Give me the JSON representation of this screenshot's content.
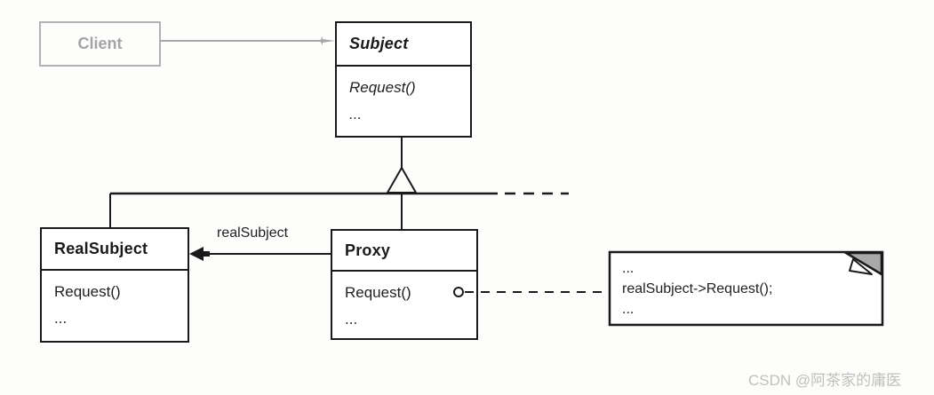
{
  "classes": {
    "client": {
      "name": "Client"
    },
    "subject": {
      "name": "Subject",
      "methods": [
        "Request()",
        "..."
      ]
    },
    "realsubject": {
      "name": "RealSubject",
      "methods": [
        "Request()",
        "..."
      ]
    },
    "proxy": {
      "name": "Proxy",
      "methods": [
        "Request()",
        "..."
      ]
    }
  },
  "labels": {
    "association": "realSubject"
  },
  "note": {
    "lines": [
      "...",
      "realSubject->Request();",
      "..."
    ]
  },
  "watermark": "CSDN @阿茶家的庸医",
  "colors": {
    "line": "#1a1a1a",
    "muted_gray": "#a8a8a8",
    "note_fold": "#a9a9a9",
    "watermark": "#c1bfbd"
  }
}
